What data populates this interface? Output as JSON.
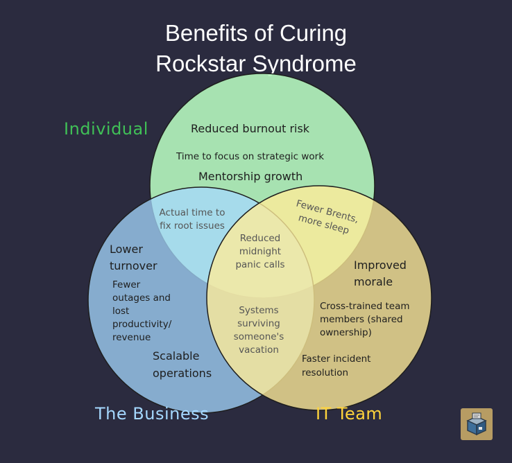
{
  "title_line1": "Benefits of Curing",
  "title_line2": "Rockstar Syndrome",
  "categories": {
    "individual": "Individual",
    "business": "The Business",
    "it_team": "IT Team"
  },
  "colors": {
    "background": "#2b2b3f",
    "individual": "#b2f2bb",
    "business": "#a5d8ff",
    "it_team": "#ffec99",
    "individual_label": "#40c057",
    "business_label": "#a5d8ff",
    "it_team_label": "#ffd43b"
  },
  "individual_items": {
    "item1": "Reduced burnout risk",
    "item2": "Time to focus on strategic work",
    "item3": "Mentorship growth"
  },
  "individual_business": {
    "line1": "Actual time to",
    "line2": "fix root issues"
  },
  "individual_it": {
    "line1": "Fewer Brents,",
    "line2": "more sleep"
  },
  "center": {
    "line1": "Reduced",
    "line2": "midnight",
    "line3": "panic calls"
  },
  "business_it": {
    "line1": "Systems",
    "line2": "surviving",
    "line3": "someone's",
    "line4": "vacation"
  },
  "business_items": {
    "lower1": "Lower",
    "lower2": "turnover",
    "fewer1": "Fewer",
    "fewer2": "outages and",
    "fewer3": "lost",
    "fewer4": "productivity/",
    "fewer5": "revenue",
    "scalable1": "Scalable",
    "scalable2": "operations"
  },
  "it_items": {
    "morale1": "Improved",
    "morale2": "morale",
    "cross1": "Cross-trained team",
    "cross2": "members (shared",
    "cross3": "ownership)",
    "faster1": "Faster incident",
    "faster2": "resolution"
  },
  "logo_icon": "open-box-icon"
}
